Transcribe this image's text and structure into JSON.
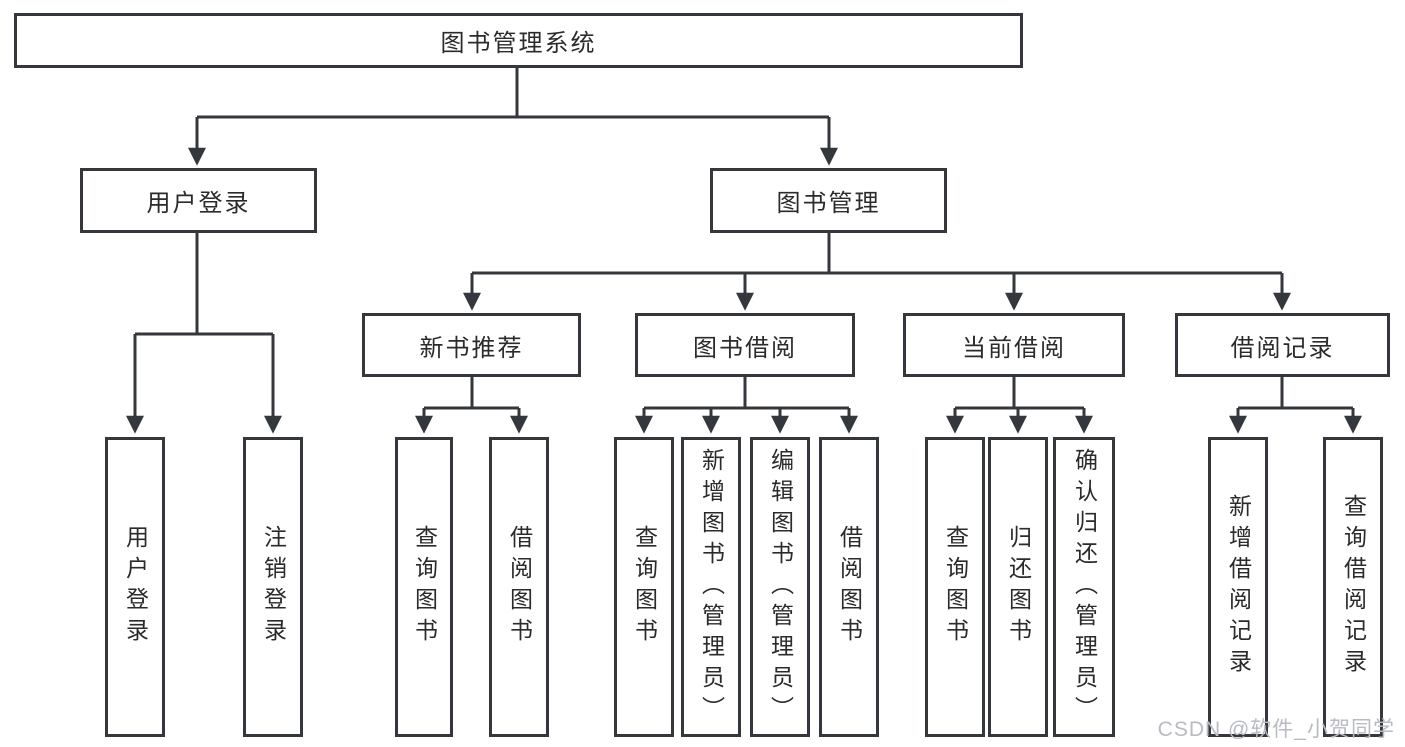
{
  "diagram": {
    "root": {
      "label": "图书管理系统"
    },
    "level2": [
      {
        "label": "用户登录"
      },
      {
        "label": "图书管理"
      }
    ],
    "level3": [
      {
        "label": "新书推荐",
        "parent": "图书管理"
      },
      {
        "label": "图书借阅",
        "parent": "图书管理"
      },
      {
        "label": "当前借阅",
        "parent": "图书管理"
      },
      {
        "label": "借阅记录",
        "parent": "图书管理"
      }
    ],
    "leaves": [
      {
        "label": "用户登录",
        "parent": "用户登录"
      },
      {
        "label": "注销登录",
        "parent": "用户登录"
      },
      {
        "label": "查询图书",
        "parent": "新书推荐"
      },
      {
        "label": "借阅图书",
        "parent": "新书推荐"
      },
      {
        "label": "查询图书",
        "parent": "图书借阅"
      },
      {
        "label": "新增图书（管理员）",
        "parent": "图书借阅"
      },
      {
        "label": "编辑图书（管理员）",
        "parent": "图书借阅"
      },
      {
        "label": "借阅图书",
        "parent": "图书借阅"
      },
      {
        "label": "查询图书",
        "parent": "当前借阅"
      },
      {
        "label": "归还图书",
        "parent": "当前借阅"
      },
      {
        "label": "确认归还（管理员）",
        "parent": "当前借阅"
      },
      {
        "label": "新增借阅记录",
        "parent": "借阅记录"
      },
      {
        "label": "查询借阅记录",
        "parent": "借阅记录"
      }
    ]
  },
  "watermark": {
    "text": "CSDN @软件_小贺同学"
  },
  "colors": {
    "line": "#34373b",
    "border": "#34373b",
    "text": "#2b2b2b",
    "background": "#ffffff",
    "watermark": "#b9bac2"
  }
}
